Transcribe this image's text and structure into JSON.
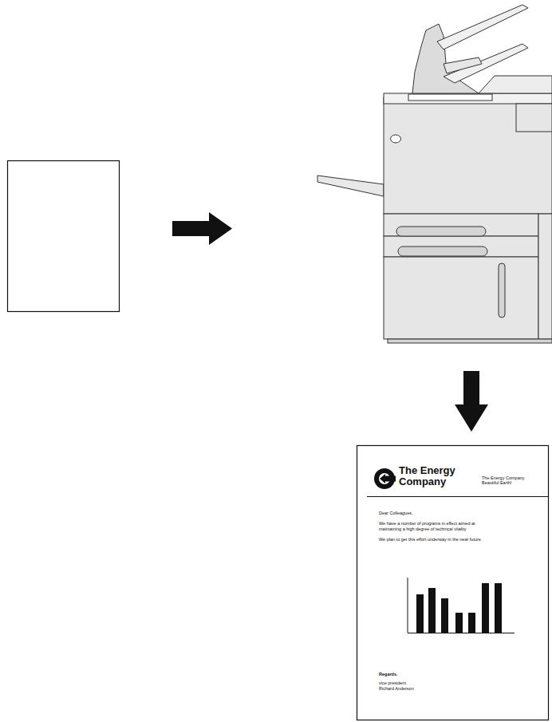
{
  "diagram": {
    "nodes": [
      {
        "text": [
          "The Energy Company",
          "The Energy Company Beautiful Earth!",
          "Dear Colleagues,",
          "We have a number of programs in effect aimed at maintaining a high degree of technical vitality",
          "We plan to get this effort underway in the near future.",
          "Regards.",
          "vice president",
          "Richard Anderson"
        ]
      }
    ]
  }
}
